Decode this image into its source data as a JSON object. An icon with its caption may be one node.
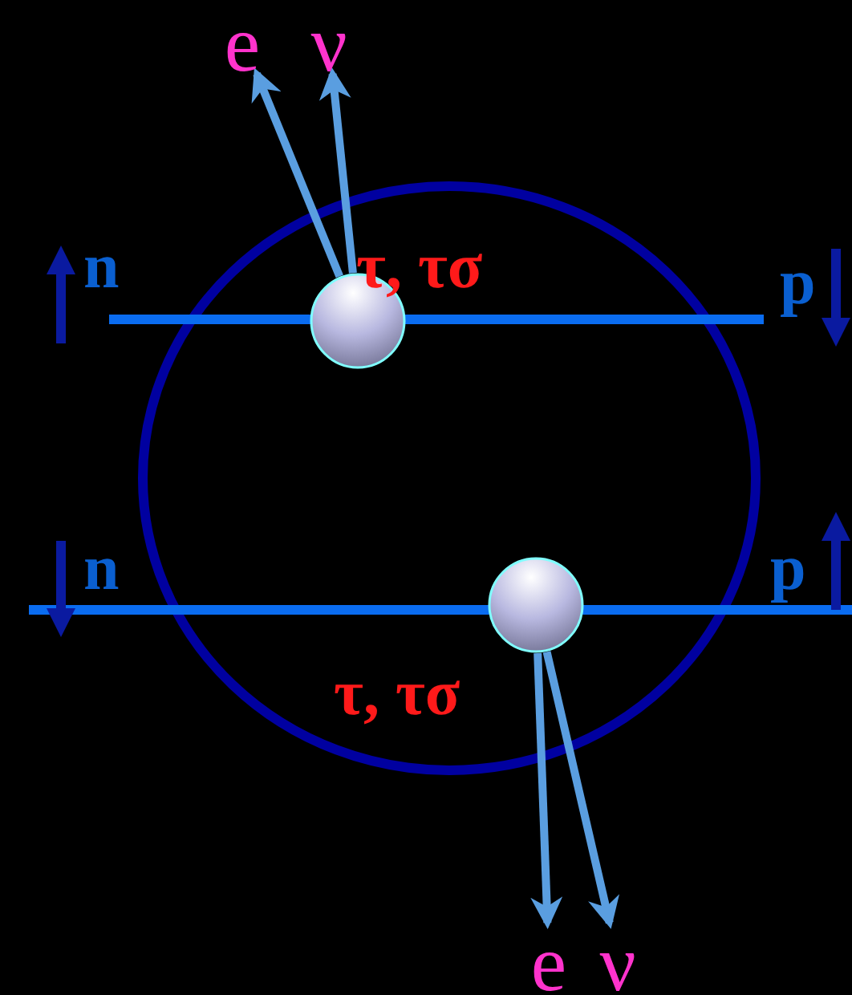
{
  "diagram": {
    "nodes": [
      {
        "text": [
          "e"
        ]
      },
      {
        "text": [
          "ν"
        ]
      },
      {
        "text": [],
        "shape": "circle",
        "beside": [
          "τ, τσ"
        ]
      },
      {
        "text": [],
        "shape": "circle",
        "beside": [
          "τ, τσ"
        ]
      },
      {
        "text": [
          "e"
        ]
      },
      {
        "text": [
          "ν"
        ]
      }
    ],
    "edges": [
      {
        "from": 2,
        "to": 0,
        "arrow": "to"
      },
      {
        "from": 2,
        "to": 1,
        "arrow": "to"
      },
      {
        "from": 3,
        "to": 4,
        "arrow": "to"
      },
      {
        "from": 3,
        "to": 5,
        "arrow": "to"
      }
    ],
    "labels": [
      "n",
      "p",
      "n",
      "p"
    ]
  }
}
